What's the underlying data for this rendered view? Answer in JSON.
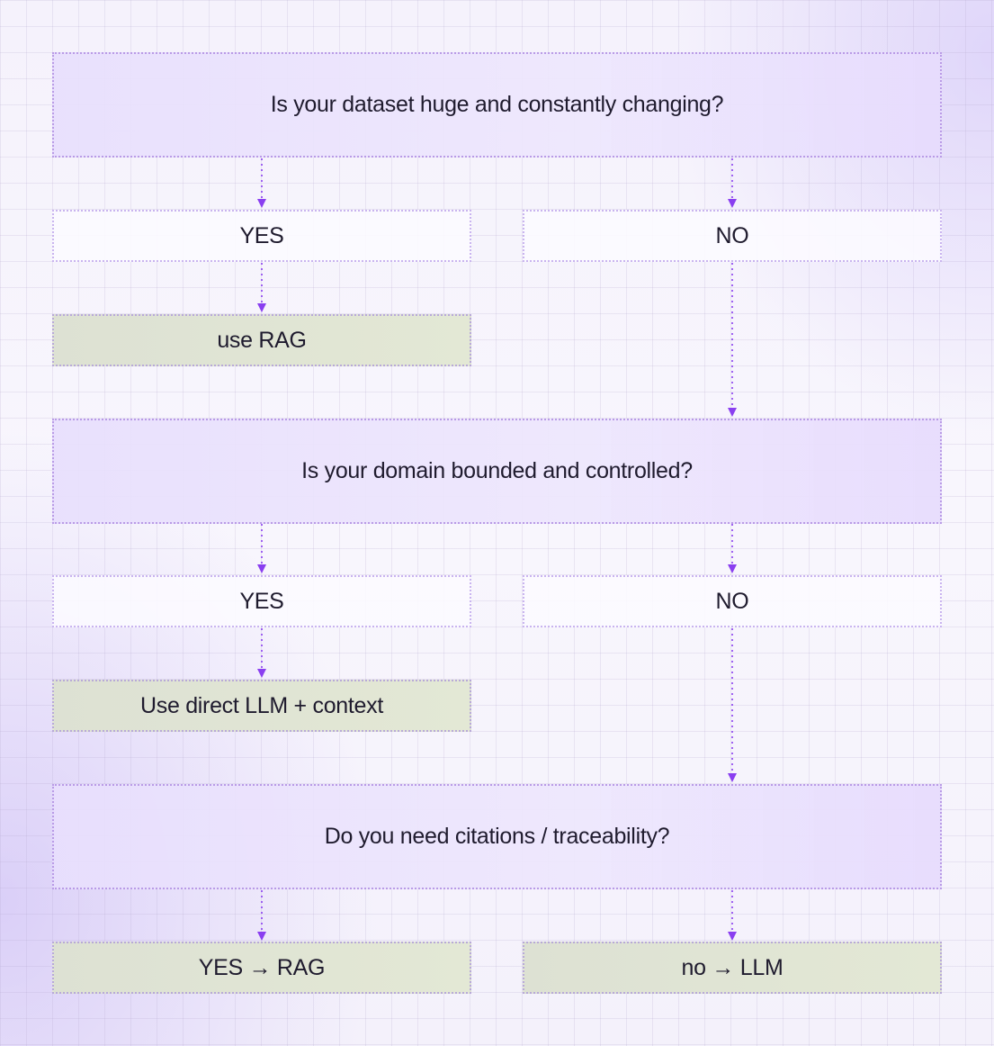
{
  "q1": {
    "question": "Is your dataset huge and constantly changing?",
    "yes": "YES",
    "no": "NO",
    "yes_result": "use RAG"
  },
  "q2": {
    "question": "Is your domain bounded and controlled?",
    "yes": "YES",
    "no": "NO",
    "yes_result": "Use direct LLM + context"
  },
  "q3": {
    "question": "Do you need citations / traceability?",
    "yes_result": "YES → RAG",
    "no_result": "no → LLM"
  },
  "colors": {
    "connector": "#8a3ff0",
    "question_fill": "#ebe3fd",
    "answer_fill": "#fcfbff",
    "result_fill": "#e1e6d4",
    "border": "#b99be6"
  }
}
